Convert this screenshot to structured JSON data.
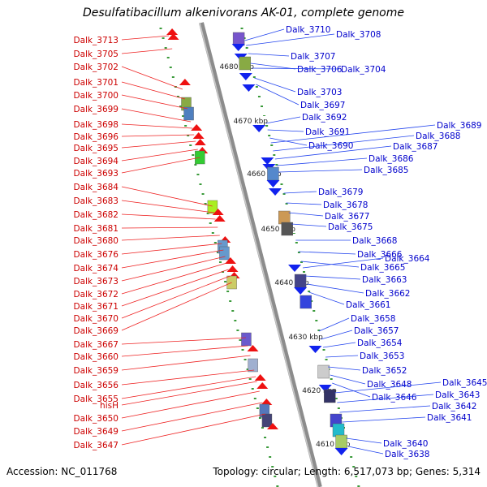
{
  "title": "Desulfatibacillum alkenivorans AK-01, complete genome",
  "footer": {
    "accession": "Accession: NC_011768",
    "stats": "Topology: circular; Length: 6,517,073 bp; Genes: 5,314"
  },
  "colors": {
    "forward_label": "#cc0000",
    "reverse_label": "#0000cc",
    "backbone": "#8c8c8c",
    "tick": "#3a9a3a",
    "connector_forward": "#ee2222",
    "connector_reverse": "#2244ee"
  },
  "scale_labels": [
    "4680 kbp",
    "4670 kbp",
    "4660 kbp",
    "4650 kbp",
    "4640 kbp",
    "4630 kbp",
    "4620 kbp",
    "4610 kbp"
  ],
  "forward_genes": [
    "Dalk_3713",
    "Dalk_3705",
    "Dalk_3702",
    "Dalk_3701",
    "Dalk_3700",
    "Dalk_3699",
    "Dalk_3698",
    "Dalk_3696",
    "Dalk_3695",
    "Dalk_3694",
    "Dalk_3693",
    "Dalk_3684",
    "Dalk_3683",
    "Dalk_3682",
    "Dalk_3681",
    "Dalk_3680",
    "Dalk_3676",
    "Dalk_3674",
    "Dalk_3673",
    "Dalk_3672",
    "Dalk_3671",
    "Dalk_3670",
    "Dalk_3669",
    "Dalk_3667",
    "Dalk_3660",
    "Dalk_3659",
    "Dalk_3656",
    "Dalk_3655",
    "hisH",
    "Dalk_3650",
    "Dalk_3649",
    "Dalk_3647"
  ],
  "reverse_genes": [
    "Dalk_3710",
    "Dalk_3708",
    "Dalk_3707",
    "Dalk_3706",
    "Dalk_3704",
    "Dalk_3703",
    "Dalk_3697",
    "Dalk_3692",
    "Dalk_3691",
    "Dalk_3690",
    "Dalk_3689",
    "Dalk_3688",
    "Dalk_3687",
    "Dalk_3686",
    "Dalk_3685",
    "Dalk_3679",
    "Dalk_3678",
    "Dalk_3677",
    "Dalk_3675",
    "Dalk_3668",
    "Dalk_3666",
    "Dalk_3665",
    "Dalk_3664",
    "Dalk_3663",
    "Dalk_3662",
    "Dalk_3661",
    "Dalk_3658",
    "Dalk_3657",
    "Dalk_3654",
    "Dalk_3653",
    "Dalk_3652",
    "Dalk_3648",
    "Dalk_3646",
    "Dalk_3645",
    "Dalk_3643",
    "Dalk_3642",
    "Dalk_3641",
    "Dalk_3640",
    "Dalk_3638"
  ]
}
